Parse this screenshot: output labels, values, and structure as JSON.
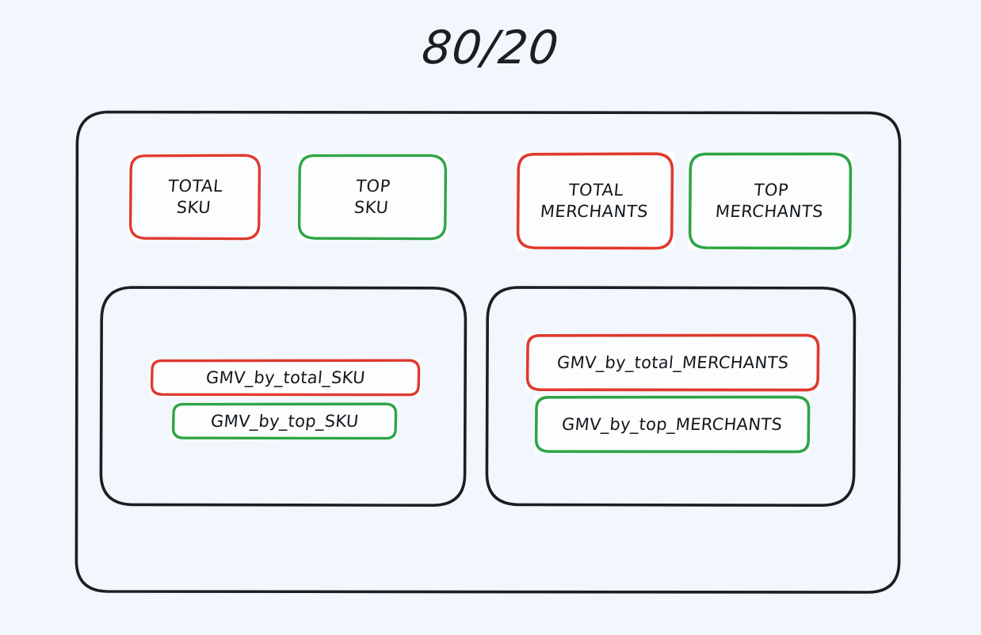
{
  "page": {
    "background_color": "#f1f7fd",
    "title": "80/20"
  },
  "colors": {
    "red": "#e0392e",
    "green": "#2ea545",
    "ink": "#1c1f22",
    "card_fill": "#fbfdff",
    "canvas": "#f1f7fd"
  },
  "diagram": {
    "type": "boxes-and-groups",
    "outer_frame": {
      "name": "outer-frame",
      "stroke": "#1c1f22"
    },
    "entity_cards": [
      {
        "id": "total-sku",
        "label": "TOTAL\nSKU",
        "stroke": "#e0392e",
        "kind": "total"
      },
      {
        "id": "top-sku",
        "label": "TOP\nSKU",
        "stroke": "#2ea545",
        "kind": "top"
      },
      {
        "id": "total-merchants",
        "label": "TOTAL\nMERCHANTS",
        "stroke": "#e0392e",
        "kind": "total"
      },
      {
        "id": "top-merchants",
        "label": "TOP\nMERCHANTS",
        "stroke": "#2ea545",
        "kind": "top"
      }
    ],
    "panels": [
      {
        "id": "sku-panel",
        "stroke": "#1c1f22",
        "metrics": [
          {
            "id": "gmv-total-sku",
            "label": "GMV_by_total_SKU",
            "stroke": "#e0392e",
            "kind": "total"
          },
          {
            "id": "gmv-top-sku",
            "label": "GMV_by_top_SKU",
            "stroke": "#2ea545",
            "kind": "top"
          }
        ]
      },
      {
        "id": "merchants-panel",
        "stroke": "#1c1f22",
        "metrics": [
          {
            "id": "gmv-total-merchants",
            "label": "GMV_by_total_MERCHANTS",
            "stroke": "#e0392e",
            "kind": "total"
          },
          {
            "id": "gmv-top-merchants",
            "label": "GMV_by_top_MERCHANTS",
            "stroke": "#2ea545",
            "kind": "top"
          }
        ]
      }
    ]
  }
}
